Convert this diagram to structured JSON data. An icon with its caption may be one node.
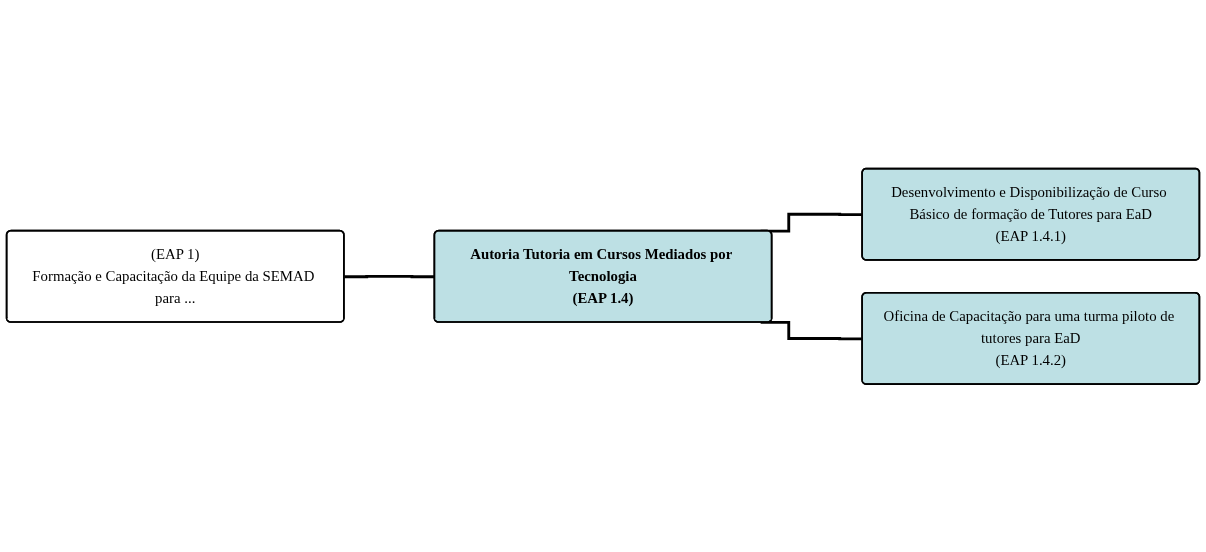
{
  "diagram": {
    "nodes": [
      {
        "text": [
          "(EAP 1)",
          "Formação e Capacitação da Equipe da SEMAD para ..."
        ]
      },
      {
        "text": [
          "Autoria Tutoria em Cursos Mediados por Tecnologia",
          "(EAP 1.4)"
        ]
      },
      {
        "text": [
          "Desenvolvimento e Disponibilização de Curso Básico de formação de Tutores para EaD",
          "(EAP 1.4.1)"
        ]
      },
      {
        "text": [
          "Oficina de Capacitação para uma turma piloto de tutores para EaD",
          "(EAP 1.4.2)"
        ]
      }
    ],
    "edges": [
      {
        "from": 0,
        "to": 1,
        "arrow": "none"
      },
      {
        "from": 1,
        "to": 2,
        "arrow": "none"
      },
      {
        "from": 1,
        "to": 3,
        "arrow": "none"
      }
    ]
  }
}
